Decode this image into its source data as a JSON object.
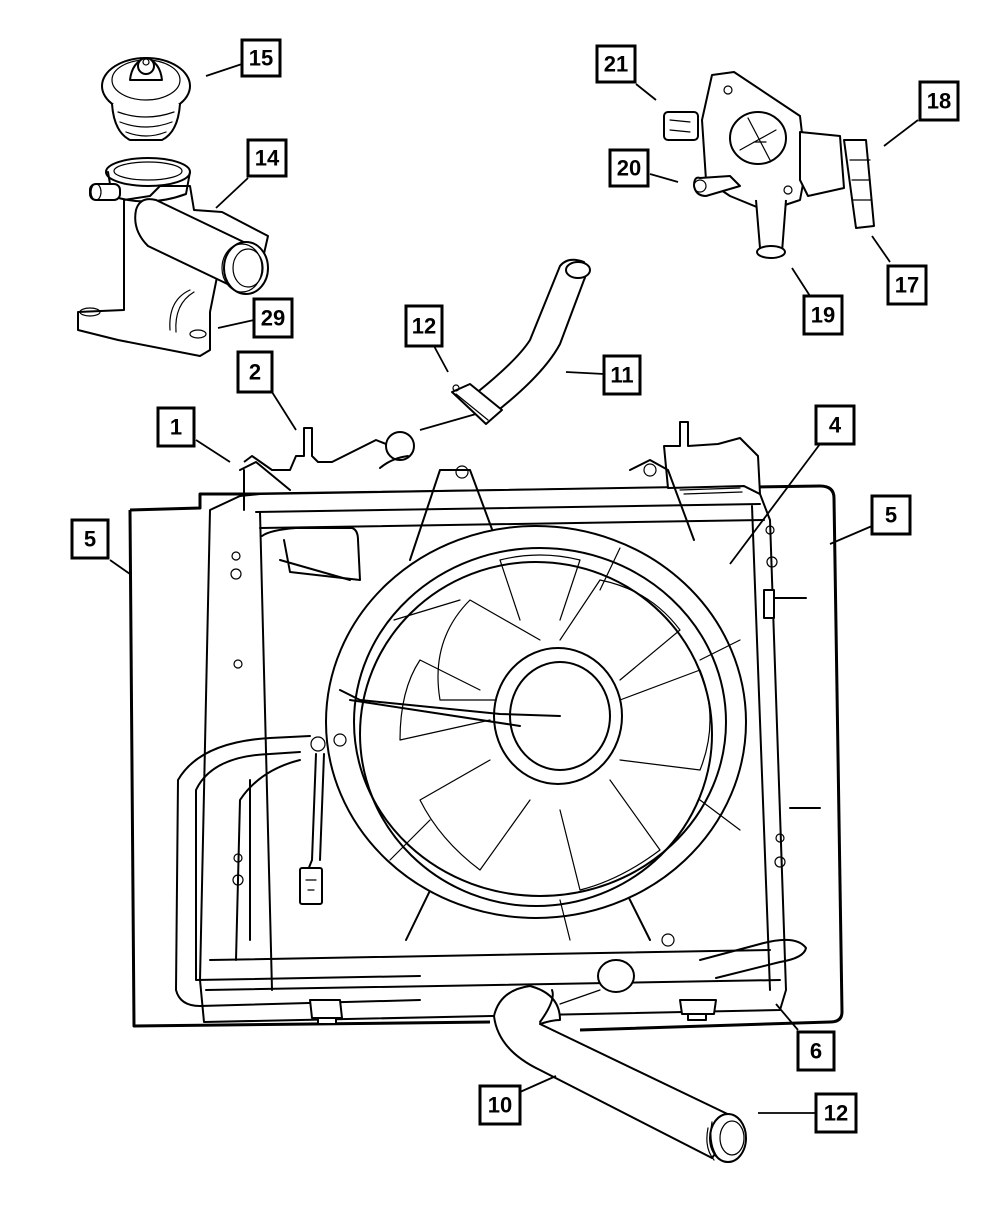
{
  "diagram": {
    "title": "Radiator, cooling fan and coolant hoses exploded view",
    "colors": {
      "line": "#000000",
      "background": "#ffffff"
    },
    "callouts": [
      {
        "id": "c15",
        "label": "15",
        "part": "thermostat"
      },
      {
        "id": "c14",
        "label": "14",
        "part": "thermostat-housing"
      },
      {
        "id": "c29",
        "label": "29",
        "part": "housing-gasket"
      },
      {
        "id": "c21",
        "label": "21",
        "part": "coolant-temp-sensor"
      },
      {
        "id": "c20",
        "label": "20",
        "part": "bleed-valve"
      },
      {
        "id": "c18",
        "label": "18",
        "part": "coolant-outlet-housing"
      },
      {
        "id": "c17",
        "label": "17",
        "part": "outlet-gasket"
      },
      {
        "id": "c19",
        "label": "19",
        "part": "outlet-nipple"
      },
      {
        "id": "c12a",
        "label": "12",
        "part": "hose-clamp-upper"
      },
      {
        "id": "c11",
        "label": "11",
        "part": "upper-radiator-hose"
      },
      {
        "id": "c2",
        "label": "2",
        "part": "radiator-filler-neck"
      },
      {
        "id": "c1",
        "label": "1",
        "part": "radiator"
      },
      {
        "id": "c4",
        "label": "4",
        "part": "fan-shroud"
      },
      {
        "id": "c5a",
        "label": "5",
        "part": "air-seal-left"
      },
      {
        "id": "c5b",
        "label": "5",
        "part": "air-seal-right"
      },
      {
        "id": "c6",
        "label": "6",
        "part": "lower-isolator"
      },
      {
        "id": "c10",
        "label": "10",
        "part": "lower-radiator-hose"
      },
      {
        "id": "c12b",
        "label": "12",
        "part": "hose-clamp-lower"
      }
    ]
  }
}
